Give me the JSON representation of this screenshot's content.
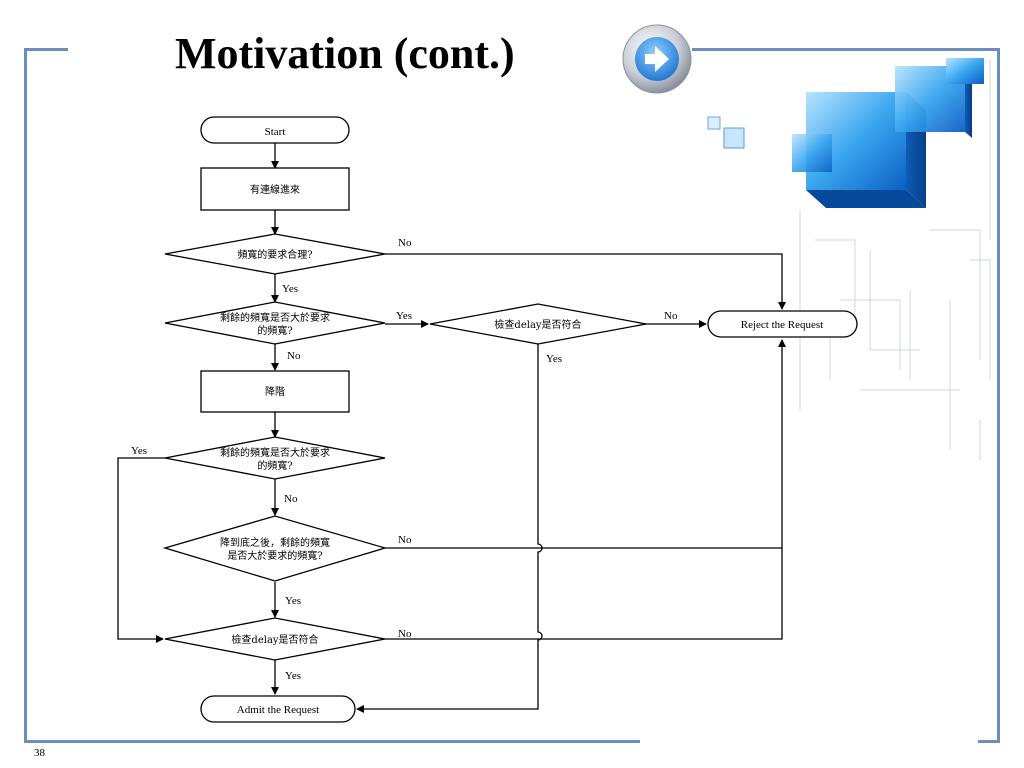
{
  "slide": {
    "title": "Motivation (cont.)",
    "page_number": "38",
    "accent_color": "#6b8fb8"
  },
  "flowchart": {
    "start": "Start",
    "incoming_connection": "有連線進來",
    "bandwidth_request_reasonable": "頻寬的要求合理?",
    "remaining_bw_greater_1_line1": "剩餘的頻寬是否大於要求",
    "remaining_bw_greater_1_line2": "的頻寬?",
    "check_delay_1": "檢查delay是否符合",
    "reject": "Reject the Request",
    "downgrade": "降階",
    "remaining_bw_greater_2_line1": "剩餘的頻寬是否大於要求",
    "remaining_bw_greater_2_line2": "的頻寬?",
    "after_lowest_line1": "降到底之後，剩餘的頻寬",
    "after_lowest_line2": "是否大於要求的頻寬?",
    "check_delay_2": "檢查delay是否符合",
    "admit": "Admit the Request",
    "edge_labels": {
      "d1_no": "No",
      "d1_yes": "Yes",
      "d2_yes": "Yes",
      "d2_no": "No",
      "cd1_no": "No",
      "cd1_yes": "Yes",
      "d3_yes": "Yes",
      "d3_no": "No",
      "d4_no": "No",
      "d4_yes": "Yes",
      "cd2_no": "No",
      "cd2_yes": "Yes"
    }
  }
}
